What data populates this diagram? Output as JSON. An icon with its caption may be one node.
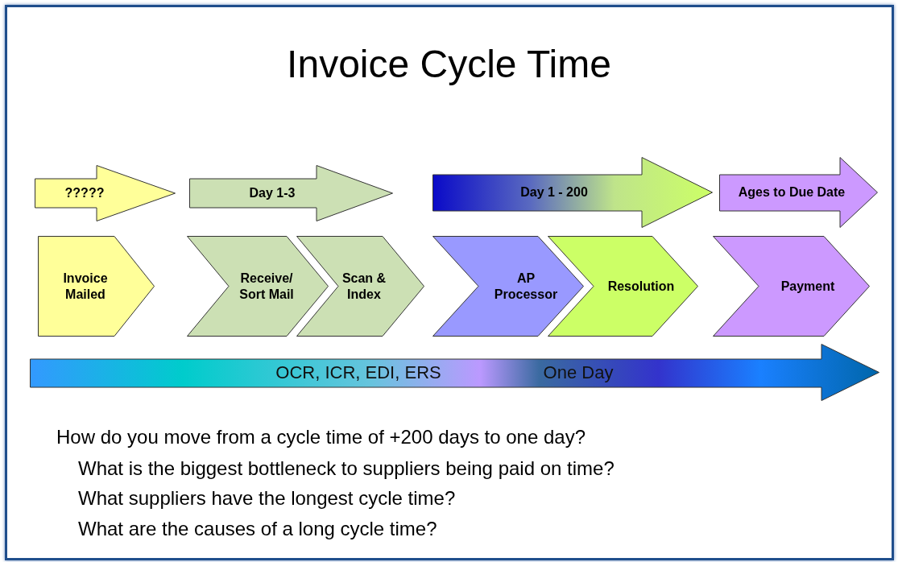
{
  "diagram": {
    "title": "Invoice Cycle Time",
    "nodes": [
      {
        "text": [
          "?????"
        ]
      },
      {
        "text": [
          "Day 1-3"
        ]
      },
      {
        "text": [
          "Day 1 - 200"
        ]
      },
      {
        "text": [
          "Ages to Due Date"
        ]
      },
      {
        "text": [
          "Invoice Mailed"
        ]
      },
      {
        "text": [
          "Receive/ Sort Mail"
        ]
      },
      {
        "text": [
          "Scan & Index"
        ]
      },
      {
        "text": [
          "AP Processor"
        ]
      },
      {
        "text": [
          "Resolution"
        ]
      },
      {
        "text": [
          "Payment"
        ]
      },
      {
        "text": [
          "OCR, ICR, EDI, ERS",
          "One Day"
        ]
      }
    ],
    "labels": [
      "How do you move from a cycle time of +200 days to one day?",
      "What is the biggest bottleneck to suppliers being paid on time?",
      "What suppliers have the longest cycle time?",
      "What are the causes of a long cycle time?"
    ]
  }
}
